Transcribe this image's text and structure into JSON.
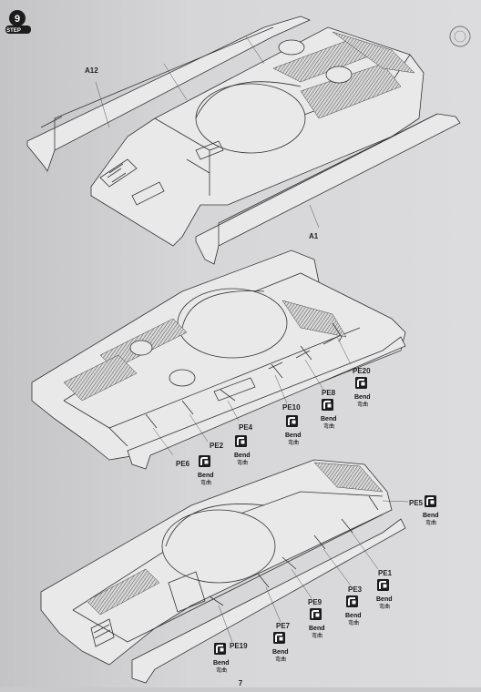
{
  "step": {
    "number": "9",
    "label": "STEP"
  },
  "page_number": "7",
  "parts": {
    "a12": "A12",
    "a1": "A1",
    "pe20": "PE20",
    "pe8": "PE8",
    "pe10": "PE10",
    "pe4": "PE4",
    "pe2": "PE2",
    "pe6": "PE6",
    "pe5": "PE5",
    "pe1": "PE1",
    "pe3": "PE3",
    "pe9": "PE9",
    "pe7": "PE7",
    "pe19": "PE19"
  },
  "bend": {
    "en": "Bend",
    "cn": "弯曲"
  }
}
